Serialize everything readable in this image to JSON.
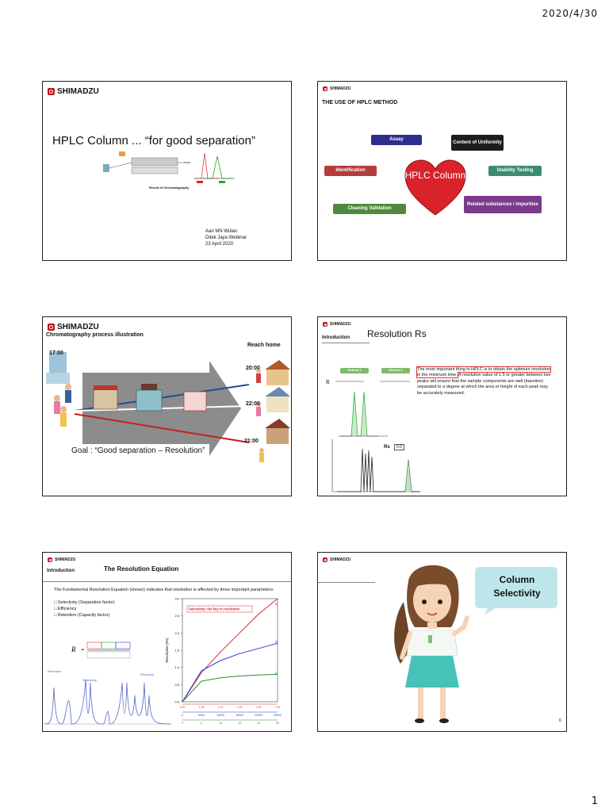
{
  "header": {
    "date": "2020/4/30"
  },
  "footer": {
    "page_number": "1"
  },
  "slides": {
    "s1": {
      "logo": "SHIMADZU",
      "title": "HPLC Column ... “for good separation”",
      "diagram_label": "Result of Chromatography",
      "author": "Aari MN Wulan",
      "event": "Ditek Jaya Webinar",
      "date": "23 April 2020"
    },
    "s2": {
      "logo": "SHIMADZU",
      "heading": "THE USE OF HPLC METHOD",
      "heart_text": "HPLC Column",
      "items": {
        "assay": "Assay",
        "content": "Content of Uniformity",
        "identification": "Identification",
        "stability": "Stability Testing",
        "related": "Related substances / impurities",
        "cleaning": "Cleaning Validation"
      }
    },
    "s3": {
      "logo": "SHIMADZU",
      "heading": "Chromatography process illustration",
      "reach_home": "Reach home",
      "t_start": "17:00",
      "t1": "20:00",
      "t2": "22:00",
      "t3": "21:00",
      "goal": "Goal : “Good separation – Resolution”"
    },
    "s4": {
      "logo": "SHIMADZU",
      "section": "Introduction",
      "title": "Resolution Rs",
      "text_highlight": "The most important thing in HPLC is to obtain the optimum resolution in the minimum time.",
      "text_rest": "A resolution value of 1.5 or greater between two peaks will ensure that the sample components are well (baseline) separated to a degree at which the area or height of each peak may be accurately measured.",
      "method1": "Method 1",
      "method2": "Method 2",
      "rs_label": "Rs",
      "rs_box": "0.0"
    },
    "s5": {
      "logo": "SHIMADZU",
      "section": "Introduction",
      "title": "The Resolution Equation",
      "intro": "The Fundamental Resolution Equation (shown) indicates that resolution is affected by three important parameters:",
      "params": [
        "Selectivity (Separation factor)",
        "Efficiency",
        "Retention (Capacity factor)"
      ],
      "chrom_labels": {
        "retention": "Retention",
        "selectivity": "Selectivity",
        "efficiency": "Efficiency"
      },
      "chart_banner": "Selectivity: the key to resolution",
      "ylabel": "Resolution (Rs)",
      "yticks": [
        "0.0",
        "0.5",
        "1.0",
        "1.5",
        "2.0",
        "2.5",
        "3.0"
      ],
      "xticks_alpha": [
        "1.00",
        "1.05",
        "1.10",
        "1.15",
        "1.20",
        "1.25"
      ],
      "xticks_n": [
        "0",
        "5000",
        "10000",
        "15000",
        "20000",
        "25000"
      ],
      "xticks_k": [
        "0",
        "5",
        "10",
        "15",
        "20",
        "25"
      ],
      "series_labels": [
        "α",
        "N",
        "k"
      ]
    },
    "s6": {
      "logo": "SHIMADZU",
      "bubble": "Column Selectivity",
      "slide_num": "6"
    }
  },
  "chart_data": {
    "type": "line",
    "title": "Selectivity: the key to resolution",
    "ylabel": "Resolution (Rs)",
    "ylim": [
      0,
      3.0
    ],
    "series": [
      {
        "name": "α",
        "x": [
          1.0,
          1.05,
          1.1,
          1.15,
          1.2,
          1.25
        ],
        "y": [
          0.0,
          0.85,
          1.45,
          2.0,
          2.55,
          3.0
        ]
      },
      {
        "name": "N",
        "x": [
          0,
          5000,
          10000,
          15000,
          20000,
          25000
        ],
        "y": [
          0.0,
          0.9,
          1.2,
          1.4,
          1.55,
          1.7
        ]
      },
      {
        "name": "k",
        "x": [
          0,
          5,
          10,
          15,
          20,
          25
        ],
        "y": [
          0.0,
          0.6,
          0.7,
          0.75,
          0.78,
          0.8
        ]
      }
    ],
    "colors": {
      "α": "#d42a2a",
      "N": "#2a3fd4",
      "k": "#2e8a2e"
    }
  }
}
